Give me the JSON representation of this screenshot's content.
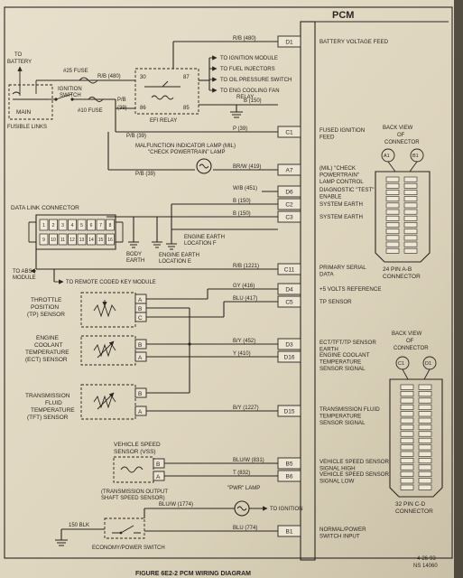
{
  "pcm": {
    "title": "PCM"
  },
  "pins": [
    {
      "id": "D1",
      "wire": "R/B (480)",
      "label": [
        "BATTERY VOLTAGE FEED"
      ]
    },
    {
      "id": "C1",
      "wire": "P (39)",
      "label": [
        "FUSED IGNITION",
        "FEED"
      ]
    },
    {
      "id": "A7",
      "wire": "BR/W (419)",
      "label": [
        "(MIL) \"CHECK",
        "POWERTRAIN\"",
        "LAMP CONTROL"
      ]
    },
    {
      "id": "D6",
      "wire": "W/B (451)",
      "label": [
        "DIAGNOSTIC \"TEST\"",
        "ENABLE"
      ]
    },
    {
      "id": "C2",
      "wire": "B (150)",
      "label": [
        "SYSTEM EARTH"
      ]
    },
    {
      "id": "C3",
      "wire": "B (150)",
      "label": [
        "SYSTEM EARTH"
      ]
    },
    {
      "id": "C11",
      "wire": "R/B (1221)",
      "label": [
        "PRIMARY SERIAL",
        "DATA"
      ]
    },
    {
      "id": "D4",
      "wire": "GY (416)",
      "label": [
        "+5 VOLTS REFERENCE"
      ]
    },
    {
      "id": "C5",
      "wire": "BLU (417)",
      "label": [
        "TP SENSOR"
      ]
    },
    {
      "id": "D3",
      "wire": "B/Y (452)",
      "label": [
        "ECT/TFT/TP SENSOR",
        "EARTH"
      ]
    },
    {
      "id": "D16",
      "wire": "Y (410)",
      "label": [
        "ENGINE COOLANT",
        "TEMPERATURE",
        "SENSOR SIGNAL"
      ]
    },
    {
      "id": "D15",
      "wire": "B/Y (1227)",
      "label": [
        "TRANSMISSION FLUID",
        "TEMPERATURE",
        "SENSOR SIGNAL"
      ]
    },
    {
      "id": "B5",
      "wire": "BLU/W (831)",
      "label": [
        "VEHICLE SPEED SENSOR",
        "SIGNAL HIGH"
      ]
    },
    {
      "id": "B6",
      "wire": "T (832)",
      "label": [
        "VEHICLE SPEED SENSOR",
        "SIGNAL LOW"
      ]
    },
    {
      "id": "B1",
      "wire": "BLU (774)",
      "label": [
        "NORMAL/POWER",
        "SWITCH INPUT"
      ]
    }
  ],
  "power": {
    "to_battery": [
      "TO",
      "BATTERY"
    ],
    "main": "MAIN",
    "fusible_links": "FUSIBLE LINKS",
    "fuse25": "#25 FUSE",
    "ignition_switch": [
      "IGNITION",
      "SWITCH"
    ],
    "fuse10": "#10 FUSE",
    "wire_rb480": "R/B (480)",
    "wire_pb39": "P/B",
    "wire_39": "(39)",
    "wire_pb39b": "P/B (39)",
    "wire_pb39c": "P/B (39)",
    "relay": {
      "label": "EFI RELAY",
      "pins": [
        "30",
        "87",
        "86",
        "85"
      ]
    },
    "outputs": [
      "TO IGNITION MODULE",
      "TO FUEL INJECTORS",
      "TO OIL PRESSURE SWITCH",
      "TO ENG COOLING FAN",
      "RELAY"
    ],
    "b150": "B (150)"
  },
  "mil": {
    "title": [
      "MALFUNCTION INDICATOR LAMP (MIL)",
      "\"CHECK POWERTRAIN\" LAMP"
    ]
  },
  "dlc": {
    "title": "DATA LINK CONNECTOR",
    "pins_top": [
      "1",
      "2",
      "3",
      "4",
      "5",
      "6",
      "7",
      "8"
    ],
    "pins_bottom": [
      "9",
      "10",
      "11",
      "12",
      "13",
      "14",
      "15",
      "16"
    ],
    "body_earth": [
      "BODY",
      "EARTH"
    ],
    "engine_earth_f": [
      "ENGINE EARTH",
      "LOCATION F"
    ],
    "engine_earth_e": [
      "ENGINE EARTH",
      "LOCATION E"
    ]
  },
  "abs": [
    "TO ABS",
    "MODULE"
  ],
  "remote": "TO REMOTE CODED KEY MODULE",
  "sensors": {
    "tp": {
      "name": [
        "THROTTLE",
        "POSITION",
        "(TP) SENSOR"
      ],
      "pins": [
        "A",
        "B",
        "C"
      ]
    },
    "ect": {
      "name": [
        "ENGINE",
        "COOLANT",
        "TEMPERATURE",
        "(ECT) SENSOR"
      ],
      "pins": [
        "B",
        "A"
      ]
    },
    "tft": {
      "name": [
        "TRANSMISSION",
        "FLUID",
        "TEMPERATURE",
        "(TFT) SENSOR"
      ],
      "pins": [
        "B",
        "A"
      ]
    },
    "vss": {
      "name": [
        "VEHICLE SPEED",
        "SENSOR (VSS)"
      ],
      "pins": [
        "B",
        "A"
      ],
      "sub": [
        "(TRANSMISSION OUTPUT",
        "SHAFT SPEED SENSOR)"
      ]
    }
  },
  "pwr": {
    "lamp": "\"PWR\" LAMP",
    "to_ignition": "TO IGNITION",
    "wire_blu_w": "BLU/W (1774)",
    "blk": "150 BLK",
    "switch": "ECONOMY/POWER SWITCH"
  },
  "connector_ab": {
    "title": [
      "BACK VIEW",
      "OF",
      "CONNECTOR"
    ],
    "cavities": [
      "A1",
      "B1"
    ],
    "caption": [
      "24 PIN A-B",
      "CONNECTOR"
    ]
  },
  "connector_cd": {
    "title": [
      "BACK VIEW",
      "OF",
      "CONNECTOR"
    ],
    "cavities": [
      "C1",
      "D1"
    ],
    "caption": [
      "32 PIN C-D",
      "CONNECTOR"
    ]
  },
  "footer": {
    "date": "4-26-93",
    "code": "NS 14060",
    "caption": "FIGURE 6E2-2 PCM WIRING DIAGRAM"
  }
}
